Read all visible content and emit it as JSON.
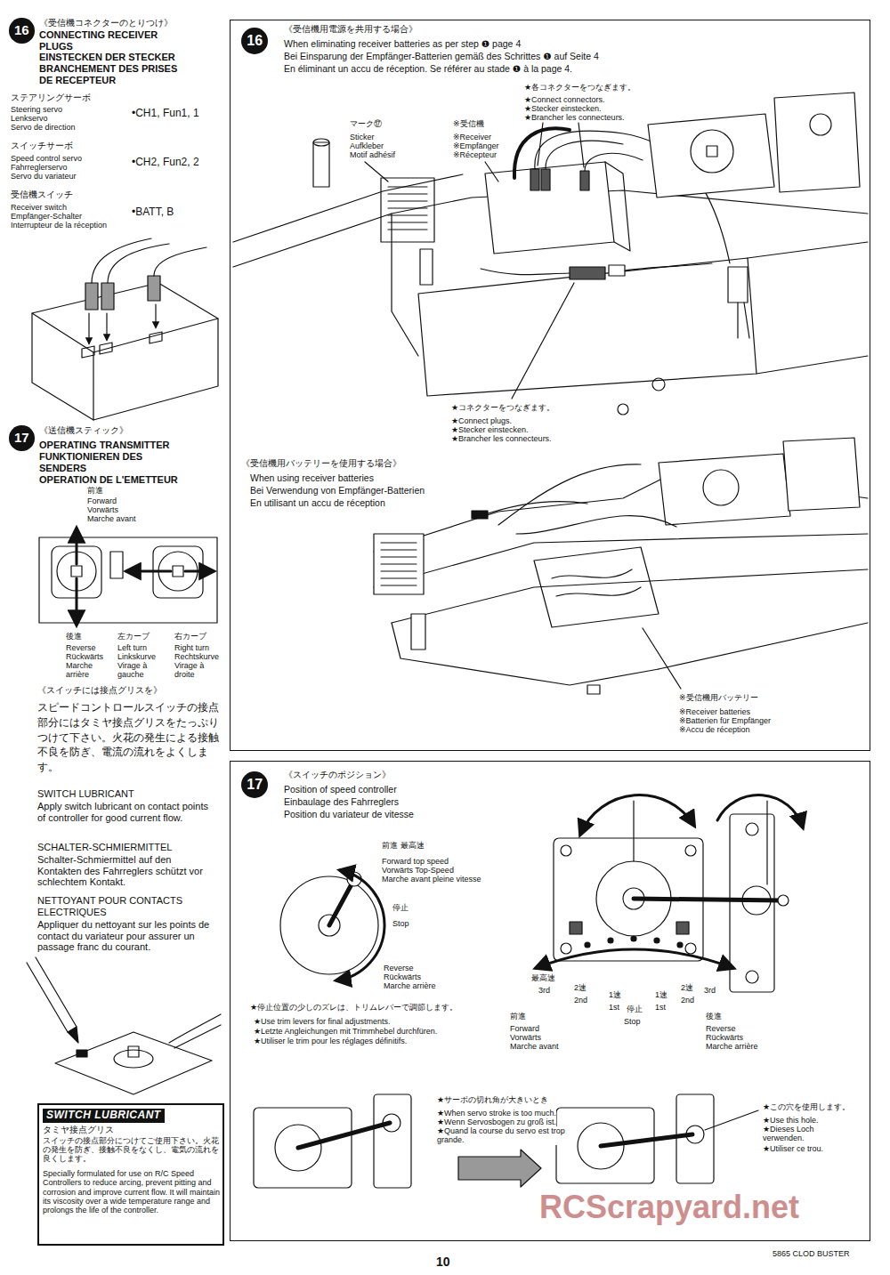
{
  "diagram": {
    "nodes": [
      {
        "text": [
          "16",
          "《受信機用電源を共用する場合》",
          "When eliminating receiver batteries as per step ❶ page 4",
          "Bei Einsparung der Empfänger-Batterien gemäß des Schrittes ❶ auf Seite 4",
          "En éliminant un accu de réception. Se référer au stade ❶ à la page 4.",
          "マーク⑰",
          "Sticker",
          "Aufkleber",
          "Motif adhésif",
          "※受信機",
          "※Receiver",
          "※Empfänger",
          "※Récepteur",
          "★各コネクターをつなぎます。",
          "★Connect connectors.",
          "★Stecker einstecken.",
          "★Brancher les connecteurs.",
          "★コネクターをつなぎます。",
          "★Connect plugs.",
          "★Stecker einstecken.",
          "★Brancher les connecteurs.",
          "《受信機用バッテリーを使用する場合》",
          "When using receiver batteries",
          "Bei Verwendung von Empfänger-Batterien",
          "En utilisant un accu de réception",
          "※受信機用バッテリー",
          "※Receiver batteries",
          "※Batterien für Empfänger",
          "※Accu de réception"
        ]
      },
      {
        "text": [
          "17",
          "《スイッチのポジション》",
          "Position of speed controller",
          "Einbaulage des Fahrreglers",
          "Position du variateur de vitesse",
          "前進 最高速",
          "Forward top speed",
          "Vorwärts Top-Speed",
          "Marche avant pleine vitesse",
          "停止",
          "Stop",
          "Reverse",
          "Rückwärts",
          "Marche arrière",
          "★停止位置の少しのズレは、トリムレバーで調節します。",
          "★Use trim levers for final adjustments.",
          "★Letzte Angleichungen mit Trimmhebel durchfüren.",
          "★Utiliser le trim pour les réglages définitifs.",
          "最高速",
          "3rd",
          "2速",
          "2nd",
          "1速",
          "1st",
          "停止",
          "1速",
          "1st",
          "2速",
          "2nd",
          "3rd",
          "前進",
          "Forward",
          "Vorwärts",
          "Marche avant",
          "Stop",
          "後進",
          "Reverse",
          "Rückwärts",
          "Marche arrière",
          "★サーボの切れ角が大きいとき",
          "★When servo stroke is too much.",
          "★Wenn Servosbogen zu groß ist.",
          "★Quand la course du servo est trop grande.",
          "★この穴を使用します。",
          "★Use this hole.",
          "★Dieses Loch verwenden.",
          "★Utiliser ce trou."
        ]
      },
      {
        "text": [
          "SWITCH LUBRICANT",
          "タミヤ接点グリス",
          "スイッチの接点部分につけてご使用下さい。火花の発生を防ぎ、接触不良をなくし、電気の流れを良くします。",
          "Specially formulated for use on R/C Speed Controllers to reduce arcing, prevent pitting and corrosion and improve current flow. It will maintain its viscosity over a wide temperature range and prolongs the life of the controller."
        ]
      }
    ],
    "labels": [
      "16",
      "《受信機コネクターのとりつけ》",
      "CONNECTING RECEIVER PLUGS",
      "EINSTECKEN DER STECKER",
      "BRANCHEMENT DES PRISES DE RECEPTEUR",
      "ステアリングサーボ",
      "Steering servo",
      "Lenkservo",
      "Servo de direction",
      "•CH1, Fun1, 1",
      "スイッチサーボ",
      "Speed control servo",
      "Fahrreglerservo",
      "Servo du variateur",
      "•CH2, Fun2, 2",
      "受信機スイッチ",
      "Receiver switch",
      "Empfänger-Schalter",
      "Interrupteur de la réception",
      "•BATT, B",
      "17",
      "《送信機スティック》",
      "OPERATING TRANSMITTER",
      "FUNKTIONIEREN DES SENDERS",
      "OPERATION DE L'EMETTEUR",
      "前進",
      "Forward",
      "Vorwärts",
      "Marche avant",
      "後進",
      "Reverse",
      "Rückwärts",
      "Marche arrière",
      "左カーブ",
      "Left turn",
      "Linkskurve",
      "Virage à gauche",
      "右カーブ",
      "Right turn",
      "Rechtskurve",
      "Virage à droite",
      "《スイッチには接点グリスを》",
      "スピードコントロールスイッチの接点部分にはタミヤ接点グリスをたっぷりつけて下さい。火花の発生による接触不良を防ぎ、電流の流れをよくします。",
      "SWITCH LUBRICANT",
      "Apply switch lubricant on contact points of controller for good current flow.",
      "SCHALTER-SCHMIERMITTEL",
      "Schalter-Schmiermittel auf den Kontakten des Fahrreglers schützt vor schlechtem Kontakt.",
      "NETTOYANT POUR CONTACTS ELECTRIQUES",
      "Appliquer du nettoyant sur les points de contact du variateur pour assurer un passage franc du courant.",
      "10",
      "5865 CLOD BUSTER",
      "RCScrapyard.net"
    ]
  }
}
